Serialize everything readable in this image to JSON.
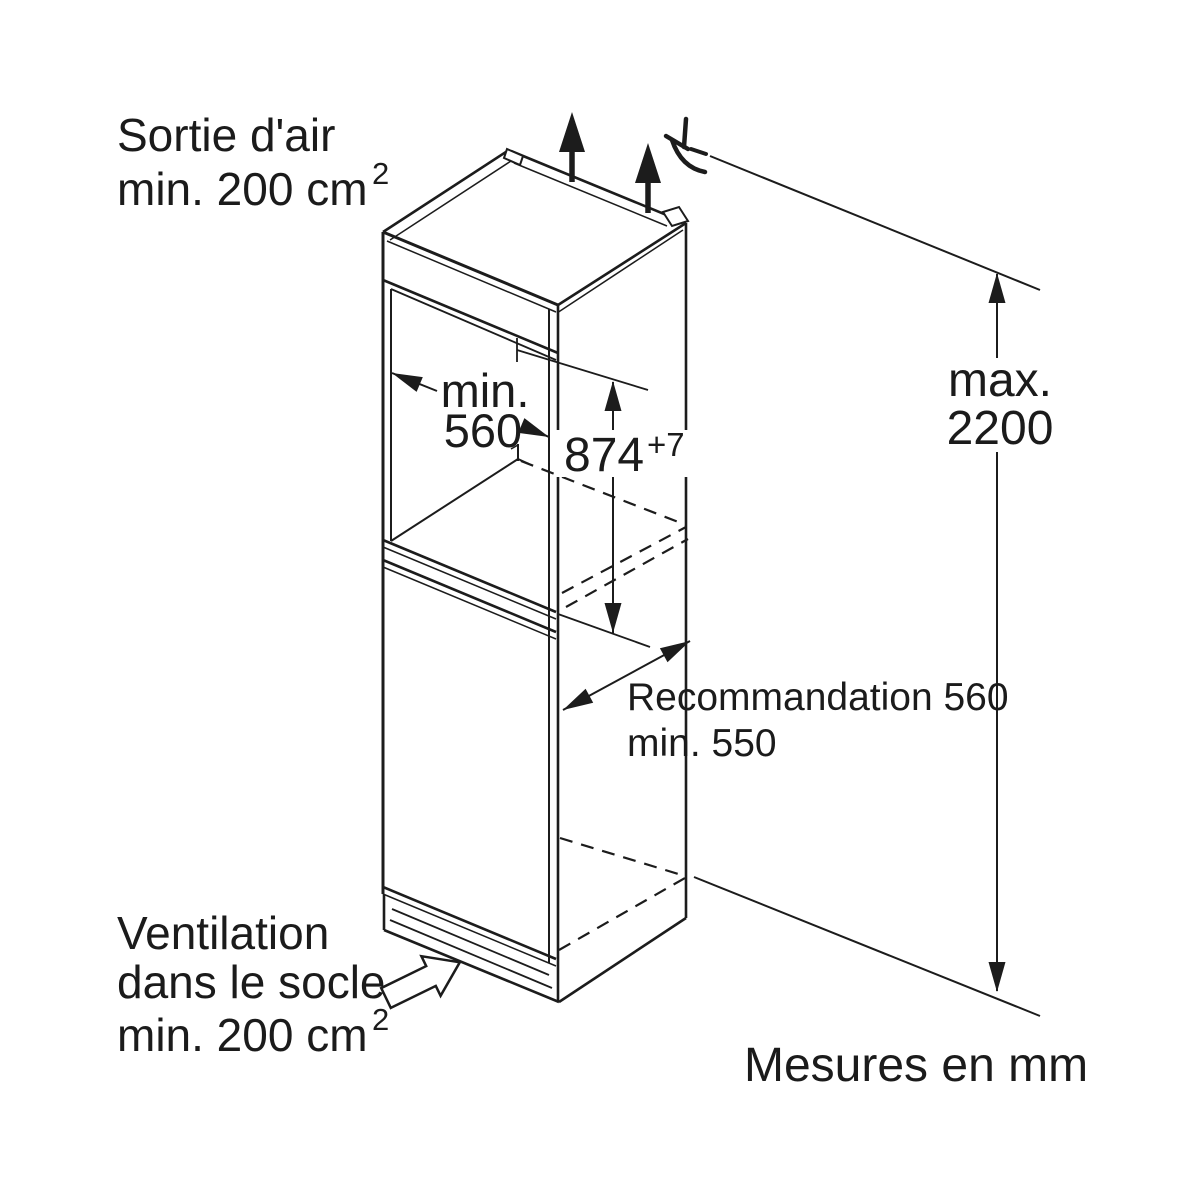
{
  "title": "Schéma d'encastrement - dimensions de la niche",
  "colors": {
    "line": "#1c1c1c",
    "background": "#ffffff"
  },
  "labels": {
    "air_outlet": {
      "line1": "Sortie d'air",
      "line2": "min. 200 cm",
      "sup": "2"
    },
    "niche_width": {
      "line1": "min.",
      "line2": "560"
    },
    "niche_height": {
      "value": "874",
      "tolerance": "+7"
    },
    "max_height": {
      "line1": "max.",
      "line2": "2200"
    },
    "depth": {
      "line1": "Recommandation 560",
      "line2": "min. 550"
    },
    "plinth_vent": {
      "line1": "Ventilation",
      "line2": "dans le socle",
      "line3": "min. 200 cm",
      "sup": "2"
    },
    "units": {
      "note": "Mesures en mm"
    }
  },
  "icons": {
    "air_flow_arrows": "up-arrow-icon",
    "power_cord_mark": "cable-position-mark-icon",
    "plinth_air_arrow": "hollow-up-right-arrow-icon"
  }
}
